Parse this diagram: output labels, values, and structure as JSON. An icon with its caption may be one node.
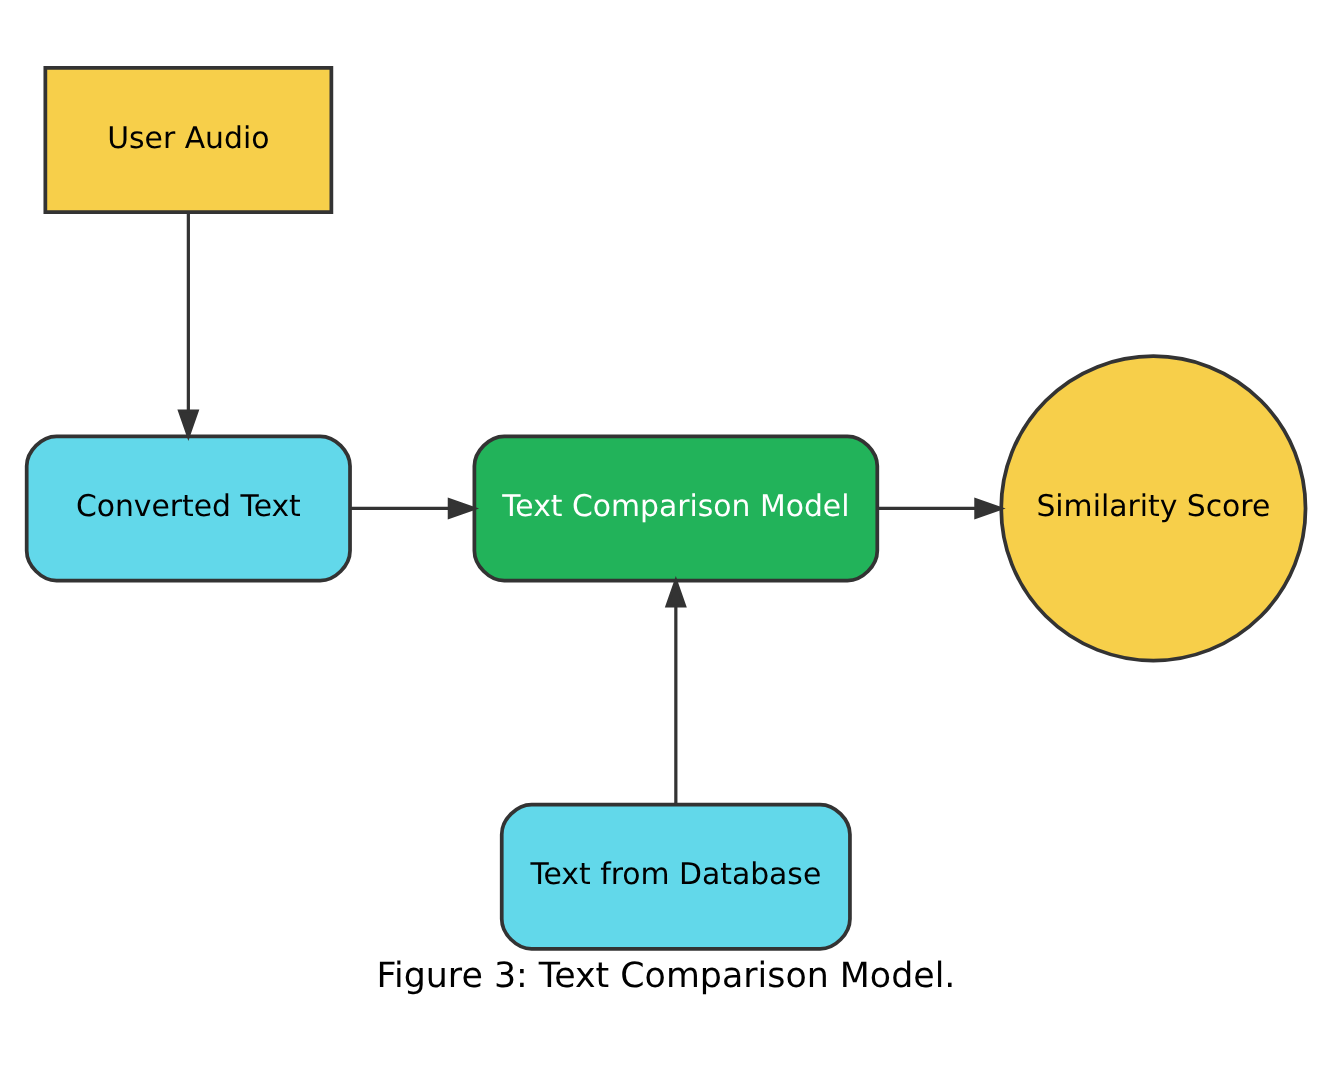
{
  "diagram": {
    "caption": "Figure 3: Text Comparison Model.",
    "nodes": [
      {
        "text": [
          "User Audio"
        ]
      },
      {
        "text": [
          "Converted Text"
        ]
      },
      {
        "text": [
          "Text Comparison Model"
        ]
      },
      {
        "text": [
          "Similarity Score"
        ]
      },
      {
        "text": [
          "Text from Database"
        ]
      }
    ],
    "edges": [
      {
        "from": 0,
        "to": 1,
        "arrow": "to"
      },
      {
        "from": 1,
        "to": 2,
        "arrow": "to"
      },
      {
        "from": 2,
        "to": 3,
        "arrow": "to"
      },
      {
        "from": 4,
        "to": 2,
        "arrow": "to"
      }
    ]
  }
}
